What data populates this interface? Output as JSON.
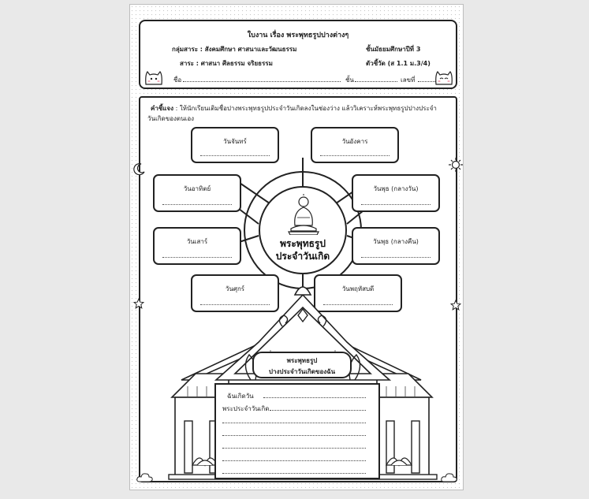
{
  "header": {
    "title": "ใบงาน เรื่อง พระพุทธรูปปางต่างๆ",
    "subject_group": "กลุ่มสาระ : สังคมศึกษา ศาสนาและวัฒนธรรม",
    "level": "ชั้นมัธยมศึกษาปีที่ 3",
    "strand": "สาระ : ศาสนา ศีลธรรม จริยธรรม",
    "indicator": "ตัวชี้วัด (ส 1.1 ม.3/4)",
    "name_label": "ชื่อ",
    "class_label": "ชั้น",
    "number_label": "เลขที่"
  },
  "instructions": {
    "heading": "คำชี้แจง",
    "line1": ": ให้นักเรียนเติมชื่อปางพระพุทธรูปประจำวันเกิดลงในช่องว่าง แล้ววิเคราะห์พระพุทธรูปปางประจำ",
    "line2": "วันเกิดของตนเอง"
  },
  "days": {
    "monday": "วันจันทร์",
    "tuesday": "วันอังคาร",
    "sunday": "วันอาทิตย์",
    "wed_day": "วันพุธ (กลางวัน)",
    "saturday": "วันเสาร์",
    "wed_night": "วันพุธ (กลางคืน)",
    "friday": "วันศุกร์",
    "thursday": "วันพฤหัสบดี"
  },
  "center": {
    "line1": "พระพุทธรูป",
    "line2": "ประจำวันเกิด"
  },
  "temple": {
    "sign_line1": "พระพุทธรูป",
    "sign_line2": "ปางประจำวันเกิดของฉัน",
    "born_label": "ฉันเกิดวัน",
    "buddha_label": "พระประจำวันเกิด"
  }
}
